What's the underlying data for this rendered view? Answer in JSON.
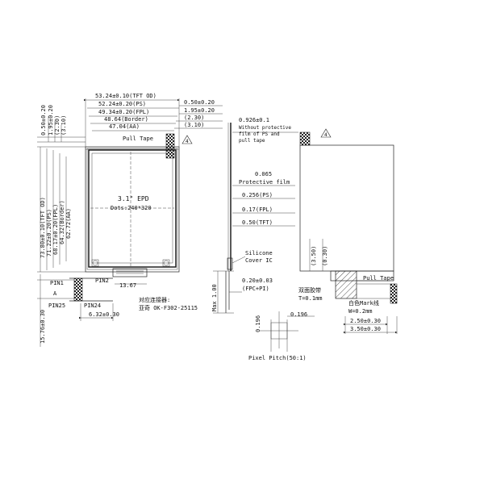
{
  "top_dims": [
    {
      "id": "tft_od",
      "text": "53.24±0.10(TFT OD)"
    },
    {
      "id": "ps",
      "text": "52.24±0.20(PS)"
    },
    {
      "id": "fpl",
      "text": "49.34±0.20(FPL)"
    },
    {
      "id": "border",
      "text": "48.64(Border)"
    },
    {
      "id": "aa",
      "text": "47.04(AA)"
    }
  ],
  "right_top_dims": [
    {
      "id": "r1",
      "text": "0.50±0.20"
    },
    {
      "id": "r2",
      "text": "1.95±0.20"
    },
    {
      "id": "r3",
      "text": "(2.30)"
    },
    {
      "id": "r4",
      "text": "(3.10)"
    }
  ],
  "left_top_dims": [
    {
      "id": "l1",
      "text": "0.50±0.20"
    },
    {
      "id": "l2",
      "text": "1.95±0.20"
    },
    {
      "id": "l3",
      "text": "(2.30)"
    },
    {
      "id": "l4",
      "text": "(3.10)"
    }
  ],
  "left_dims": [
    {
      "id": "v_tft",
      "text": "73.80±0.10(TFT OD)"
    },
    {
      "id": "v_ps",
      "text": "71.22±0.20(PS)"
    },
    {
      "id": "v_fpl",
      "text": "68.17±0.20(FPL)"
    },
    {
      "id": "v_border",
      "text": "64.32(Border)"
    },
    {
      "id": "v_aa",
      "text": "62.72(AA)"
    }
  ],
  "front": {
    "pull_tape": "Pull Tape",
    "warning": "4",
    "epd": "3.1\" EPD",
    "dots": "Dots:240*320",
    "pin1": "PIN1",
    "pin2": "PIN2",
    "pin25": "PIN25",
    "pin24": "PIN24",
    "a_label": "A",
    "fpc_len": "13.67",
    "fpc_pitch": "6.32±0.30",
    "connector_cn": "对应连接器:",
    "connector_pn": "亚奇 OK-F302-25115",
    "bottom_left": "15.76±0.30"
  },
  "side": {
    "total": "0.926±0.1",
    "note1": "Without protective",
    "note2": "film of PS and",
    "note3": "pull tape",
    "t_film": "0.065",
    "film_label": "Protective film",
    "t_ps": "0.256(PS)",
    "t_fpl": "0.17(FPL)",
    "t_tft": "0.50(TFT)",
    "silicone1": "Silicone",
    "silicone2": "Cover IC",
    "fpc_t": "0.20±0.03",
    "fpc_lbl": "(FPC+PI)",
    "max": "Max 1.00",
    "warning": "4"
  },
  "back": {
    "d1": "(3.50)",
    "d2": "(0.30)",
    "pull_tape": "Pull Tape",
    "tape_cn": "双面胶带",
    "tape_t": "T=0.1mm",
    "mark_cn": "白色Mark线",
    "mark_w": "W=0.2mm",
    "d3": "2.50±0.30",
    "d4": "3.50±0.30",
    "warning": "4"
  },
  "pixel": {
    "v": "0.196",
    "h": "0.196",
    "caption": "Pixel Pitch(50:1)"
  }
}
